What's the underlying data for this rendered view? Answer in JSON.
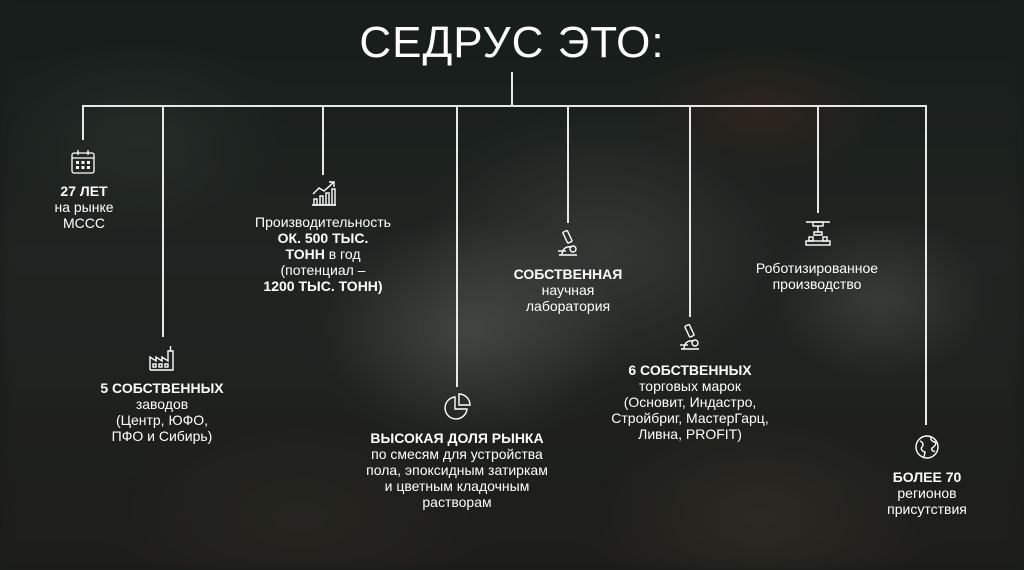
{
  "title": "СЕДРУС ЭТО:",
  "items": [
    {
      "id": "years",
      "lines": [
        {
          "t": "27 ЛЕТ",
          "b": true
        },
        {
          "t": "на рынке",
          "b": false
        },
        {
          "t": "МССС",
          "b": false
        }
      ],
      "icon": "calendar-icon"
    },
    {
      "id": "plants",
      "lines": [
        {
          "t": "5 СОБСТВЕННЫХ",
          "b": true
        },
        {
          "t": "заводов",
          "b": false
        },
        {
          "t": "(Центр, ЮФО,",
          "b": false
        },
        {
          "t": "ПФО и Сибирь)",
          "b": false
        }
      ],
      "icon": "factory-icon"
    },
    {
      "id": "capacity",
      "lines": [
        {
          "t": "Производительность",
          "b": false
        },
        {
          "t": "ОК. 500 ТЫС.",
          "b": true
        },
        {
          "t": "ТОНН",
          "b": true,
          "tail": " в год"
        },
        {
          "t": "(потенциал –",
          "b": false
        },
        {
          "t": "1200 ТЫС. ТОНН)",
          "b": true
        }
      ],
      "icon": "growth-chart-icon"
    },
    {
      "id": "share",
      "lines": [
        {
          "t": "ВЫСОКАЯ ДОЛЯ РЫНКА",
          "b": true
        },
        {
          "t": "по смесям для устройства",
          "b": false
        },
        {
          "t": "пола, эпоксидным затиркам",
          "b": false
        },
        {
          "t": "и цветным кладочным",
          "b": false
        },
        {
          "t": "растворам",
          "b": false
        }
      ],
      "icon": "pie-chart-icon"
    },
    {
      "id": "lab",
      "lines": [
        {
          "t": "СОБСТВЕННАЯ",
          "b": true
        },
        {
          "t": "научная",
          "b": false
        },
        {
          "t": "лаборатория",
          "b": false
        }
      ],
      "icon": "microscope-icon"
    },
    {
      "id": "brands",
      "lines": [
        {
          "t": "6 СОБСТВЕННЫХ",
          "b": true
        },
        {
          "t": "торговых марок",
          "b": false
        },
        {
          "t": "(Основит, Индастро,",
          "b": false
        },
        {
          "t": "Стройбриг, МастерГарц,",
          "b": false
        },
        {
          "t": "Ливна, PROFIT)",
          "b": false
        }
      ],
      "icon": "microscope-icon"
    },
    {
      "id": "robot",
      "lines": [
        {
          "t": "Роботизированное",
          "b": false
        },
        {
          "t": "производство",
          "b": false
        }
      ],
      "icon": "robot-arm-icon"
    },
    {
      "id": "regions",
      "lines": [
        {
          "t": "БОЛЕЕ 70",
          "b": true
        },
        {
          "t": "регионов",
          "b": false
        },
        {
          "t": "присутствия",
          "b": false
        }
      ],
      "icon": "globe-icon"
    }
  ]
}
